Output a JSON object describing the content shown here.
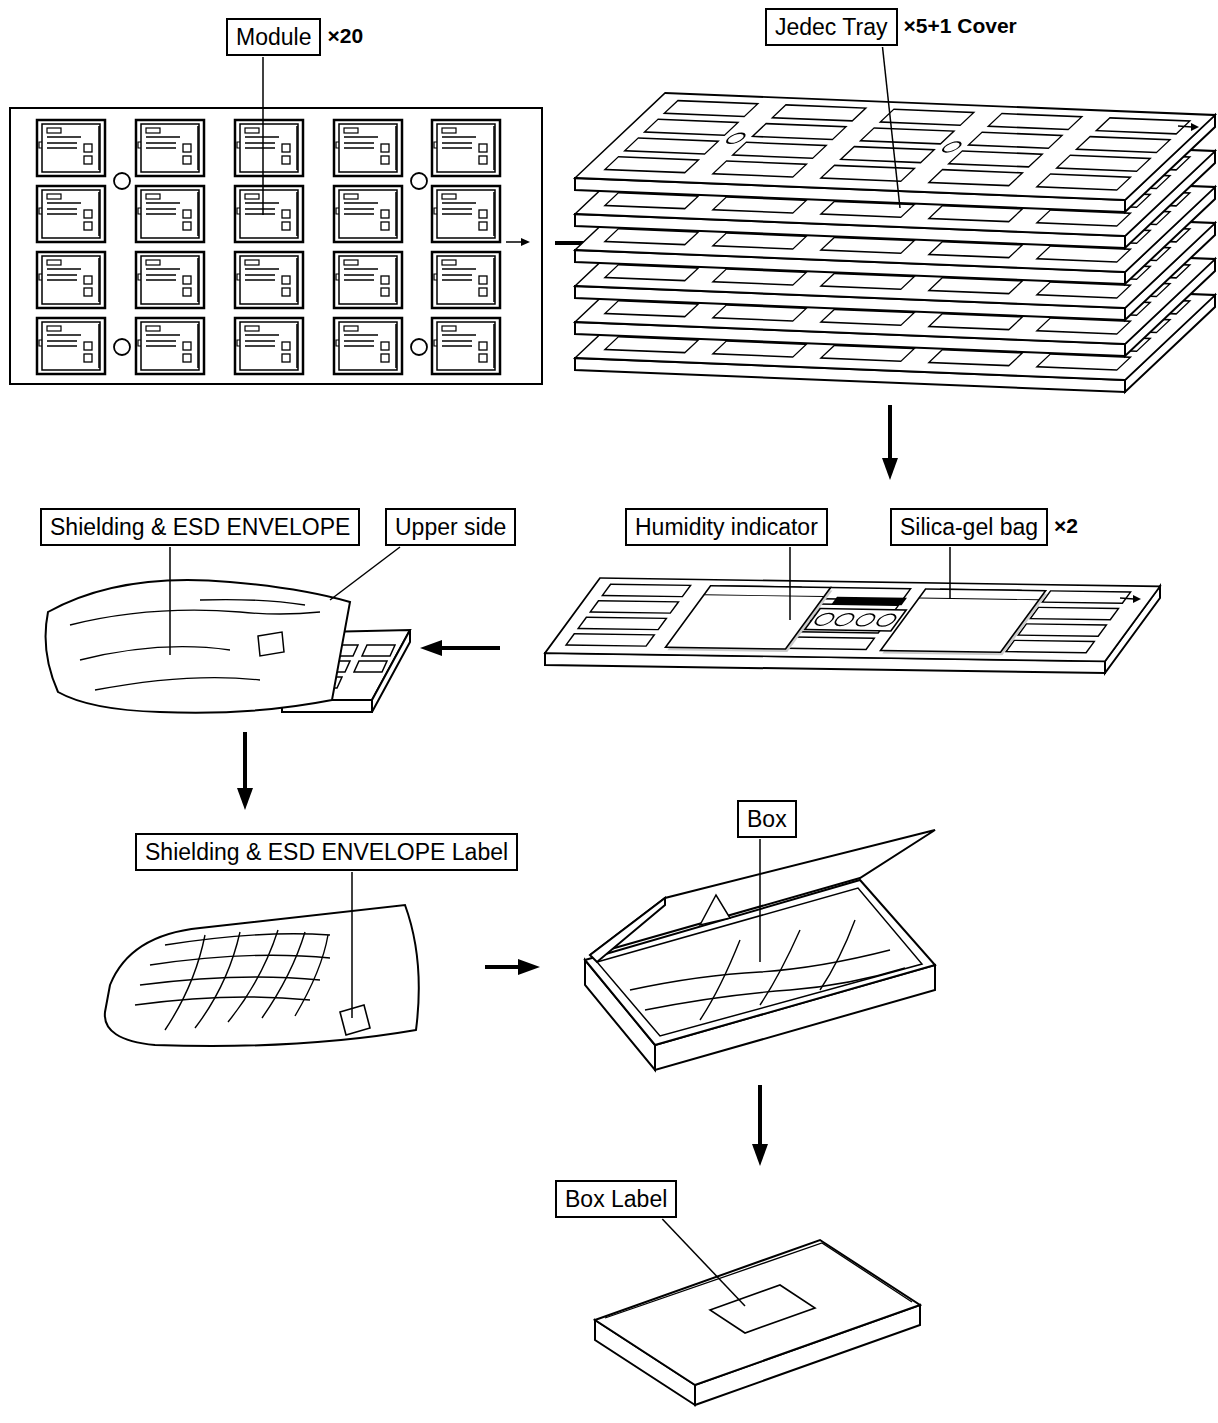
{
  "diagram": {
    "nodes": [
      {
        "text": [
          "Module"
        ]
      },
      {
        "text": [
          "Jedec Tray"
        ]
      },
      {
        "text": [
          "Shielding & ESD ENVELOPE"
        ]
      },
      {
        "text": [
          "Upper side"
        ]
      },
      {
        "text": [
          "Humidity indicator"
        ]
      },
      {
        "text": [
          "Silica-gel bag"
        ]
      },
      {
        "text": [
          "Shielding & ESD ENVELOPE Label"
        ]
      },
      {
        "text": [
          "Box"
        ]
      },
      {
        "text": [
          "Box Label"
        ]
      }
    ],
    "labels": [
      "×20",
      "×5+1 Cover",
      "×2"
    ]
  }
}
